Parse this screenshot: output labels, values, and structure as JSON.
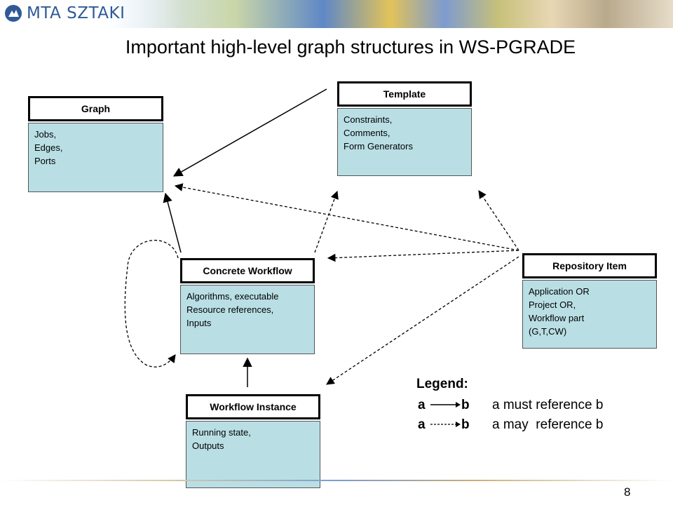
{
  "header": {
    "logo_text": "MTA SZTAKI"
  },
  "title": "Important high-level graph structures in WS-PGRADE",
  "nodes": {
    "graph": {
      "title": "Graph",
      "lines": [
        "Jobs,",
        "Edges,",
        "Ports"
      ]
    },
    "template": {
      "title": "Template",
      "lines": [
        "Constraints,",
        "Comments,",
        "Form Generators"
      ]
    },
    "concrete_workflow": {
      "title": "Concrete Workflow",
      "lines": [
        "Algorithms, executable",
        "Resource references,",
        "Inputs"
      ]
    },
    "repository_item": {
      "title": "Repository Item",
      "lines": [
        "Application OR",
        "Project OR,",
        "Workflow part",
        "(G,T,CW)"
      ]
    },
    "workflow_instance": {
      "title": "Workflow Instance",
      "lines": [
        "Running state,",
        "Outputs"
      ]
    }
  },
  "edges": [
    {
      "from": "Template",
      "to": "Graph",
      "style": "solid"
    },
    {
      "from": "Concrete Workflow",
      "to": "Graph",
      "style": "solid"
    },
    {
      "from": "Workflow Instance",
      "to": "Concrete Workflow",
      "style": "solid"
    },
    {
      "from": "Repository Item",
      "to": "Graph",
      "style": "dashed"
    },
    {
      "from": "Repository Item",
      "to": "Template",
      "style": "dashed"
    },
    {
      "from": "Repository Item",
      "to": "Concrete Workflow",
      "style": "dashed"
    },
    {
      "from": "Repository Item",
      "to": "Workflow Instance",
      "style": "dashed"
    },
    {
      "from": "Concrete Workflow",
      "to": "Template",
      "style": "dashed"
    },
    {
      "from": "Concrete Workflow",
      "to": "Concrete Workflow",
      "style": "dashed"
    }
  ],
  "legend": {
    "title": "Legend:",
    "a": "a",
    "b": "b",
    "must_text": "a must reference b",
    "may_text": "a may  reference b"
  },
  "page_number": "8",
  "colors": {
    "node_body": "#b9dfe5",
    "logo_blue": "#2f5a97"
  }
}
